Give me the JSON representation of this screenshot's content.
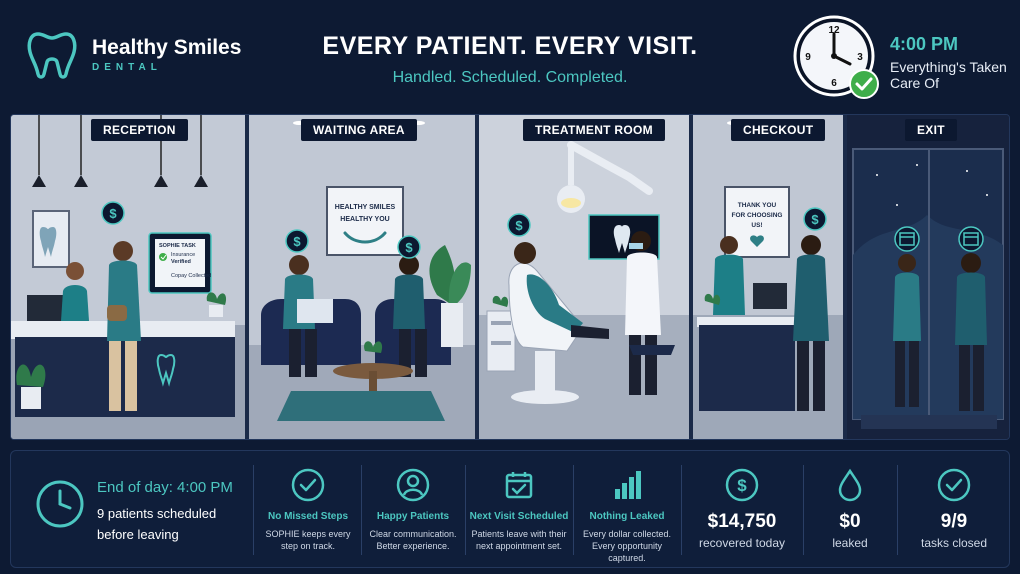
{
  "brand": {
    "name": "Healthy Smiles",
    "sub": "DENTAL"
  },
  "headline": {
    "main": "EVERY PATIENT. EVERY VISIT.",
    "sub": "Handled. Scheduled. Completed."
  },
  "clock": {
    "time": "4:00 PM",
    "note": "Everything's Taken Care Of",
    "numbers": [
      "12",
      "3",
      "6",
      "9"
    ]
  },
  "panels": [
    {
      "label": "RECEPTION"
    },
    {
      "label": "WAITING AREA"
    },
    {
      "label": "TREATMENT ROOM"
    },
    {
      "label": "CHECKOUT"
    },
    {
      "label": "EXIT"
    }
  ],
  "reception_screen": {
    "title": "SOPHIE TASK",
    "line1": "Insurance",
    "line2": "Verified",
    "line3": "Copay Collected"
  },
  "waiting_poster": {
    "line1": "HEALTHY SMILES",
    "line2": "HEALTHY YOU"
  },
  "checkout_sign": {
    "line1": "THANK YOU",
    "line2": "FOR CHOOSING",
    "line3": "US!"
  },
  "footer": {
    "eod_title": "End of day: 4:00 PM",
    "eod_desc": "9 patients scheduled before leaving",
    "features": [
      {
        "title": "No Missed Steps",
        "desc": "SOPHIE keeps every step on track.",
        "icon": "check-circle-icon"
      },
      {
        "title": "Happy Patients",
        "desc": "Clear communication. Better experience.",
        "icon": "person-circle-icon"
      },
      {
        "title": "Next Visit Scheduled",
        "desc": "Patients leave with their next appointment set.",
        "icon": "calendar-check-icon"
      },
      {
        "title": "Nothing Leaked",
        "desc": "Every dollar collected. Every opportunity captured.",
        "icon": "bar-chart-icon"
      }
    ],
    "stats": [
      {
        "value": "$14,750",
        "label": "recovered today",
        "icon": "dollar-circle-icon"
      },
      {
        "value": "$0",
        "label": "leaked",
        "icon": "drop-icon"
      },
      {
        "value": "9/9",
        "label": "tasks closed",
        "icon": "check-circle-icon"
      }
    ]
  },
  "colors": {
    "background": "#0d1a33",
    "accent": "#4cc7c1",
    "panel": "#0c1830",
    "check": "#3fae4a"
  }
}
